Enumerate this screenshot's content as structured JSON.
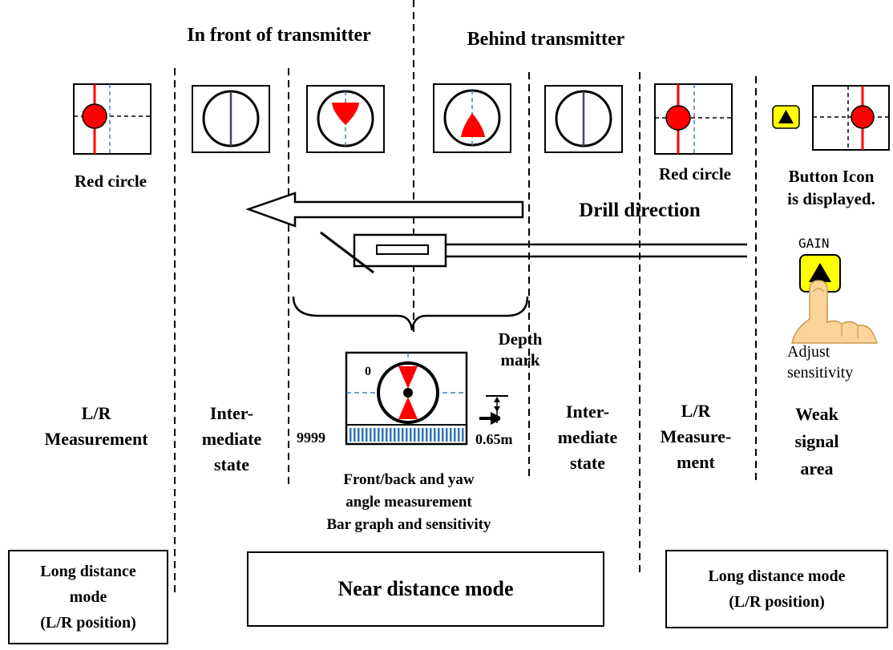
{
  "headers": {
    "front": "In front of transmitter",
    "behind": "Behind transmitter"
  },
  "labels": {
    "red_circle_left": "Red circle",
    "red_circle_right": "Red circle",
    "button_icon_line1": "Button Icon",
    "button_icon_line2": "is displayed.",
    "drill_direction": "Drill direction",
    "gain": "GAIN",
    "adjust_line1": "Adjust",
    "adjust_line2": "sensitivity",
    "depth_line1": "Depth",
    "depth_line2": "mark",
    "angle_zero": "0",
    "bar_left_value": "9999",
    "depth_value": "0.65m",
    "measure_line1": "Front/back and yaw",
    "measure_line2": "angle measurement",
    "measure_line3": "Bar graph and sensitivity"
  },
  "states": {
    "lr_left_line1": "L/R",
    "lr_left_line2": "Measurement",
    "inter_left_line1": "Inter-",
    "inter_left_line2": "mediate",
    "inter_left_line3": "state",
    "inter_right_line1": "Inter-",
    "inter_right_line2": "mediate",
    "inter_right_line3": "state",
    "lr_right_line1": "L/R",
    "lr_right_line2": "Measure-",
    "lr_right_line3": "ment",
    "weak_line1": "Weak",
    "weak_line2": "signal",
    "weak_line3": "area"
  },
  "modes": {
    "long_left_line1": "Long distance",
    "long_left_line2": "mode",
    "long_left_line3": "(L/R position)",
    "near": "Near distance mode",
    "long_right_line1": "Long distance mode",
    "long_right_line2": "(L/R position)"
  },
  "colors": {
    "marker_red": "#ff0000",
    "guide_blue": "#4a7fc1",
    "button_yellow": "#ffff00",
    "finger_skin": "#fcd49a",
    "bar_blue": "#2e75b6"
  },
  "icons": [
    "triangle-up-icon",
    "hand-icon",
    "depth-mark-icon"
  ]
}
